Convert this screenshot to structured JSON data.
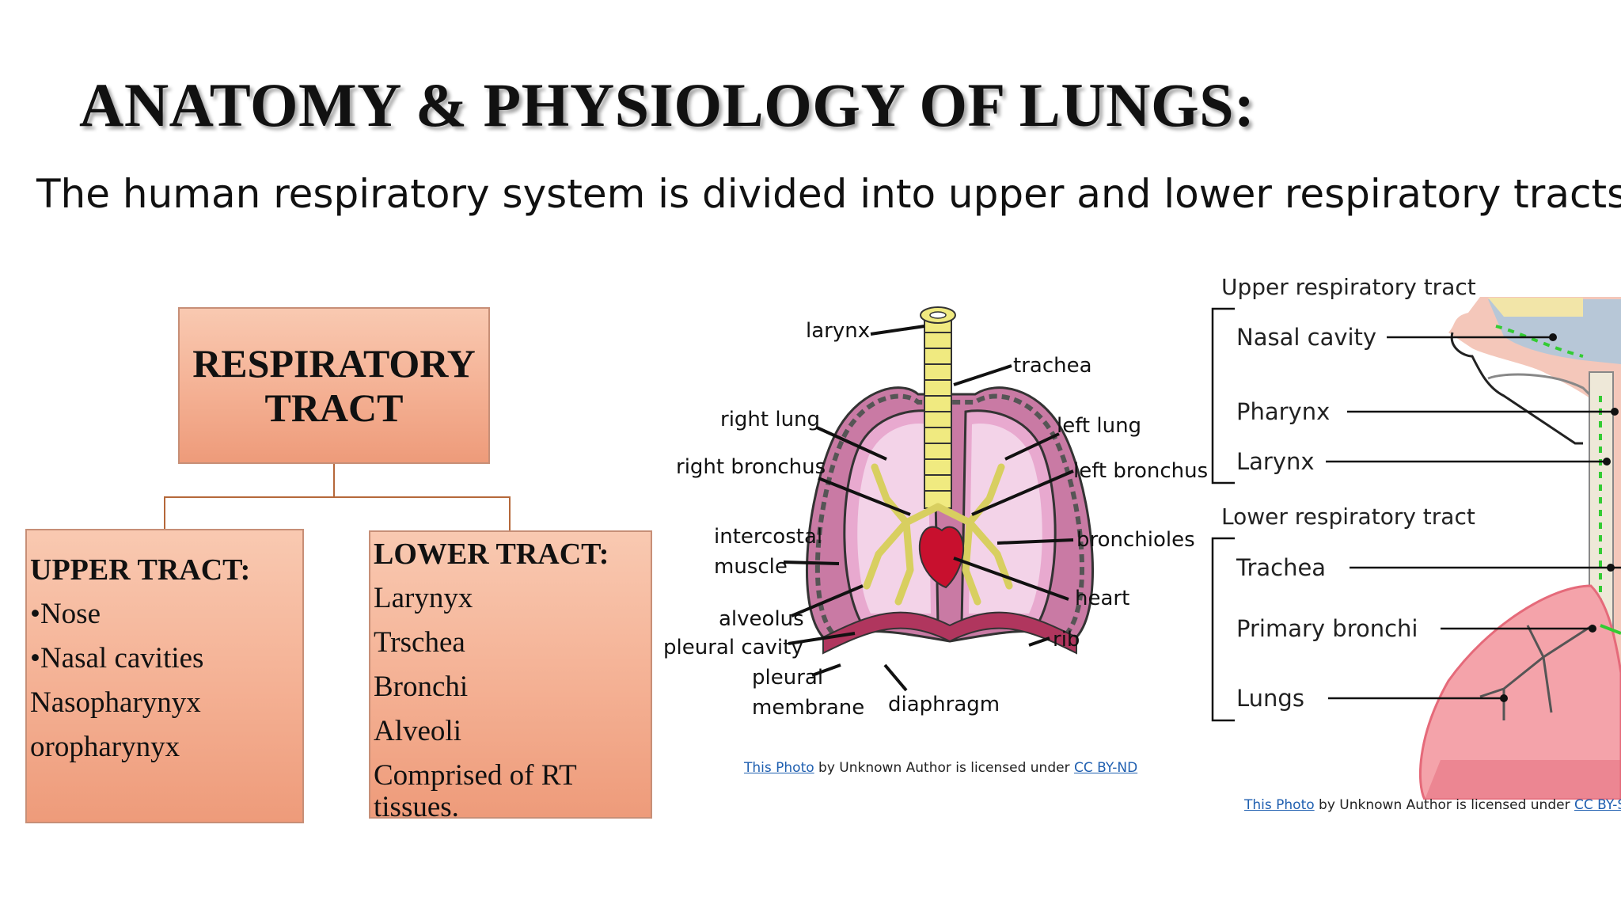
{
  "title": "ANATOMY & PHYSIOLOGY OF LUNGS:",
  "subtitle": "The human respiratory system is divided into upper and lower respiratory tracts.",
  "tree": {
    "root_line1": "RESPIRATORY",
    "root_line2": "TRACT",
    "upper": {
      "heading": "UPPER TRACT:",
      "items": [
        "•Nose",
        "•Nasal cavities",
        "Nasopharynyx",
        "oropharynyx"
      ]
    },
    "lower": {
      "heading": "LOWER TRACT:",
      "items": [
        "Larynyx",
        "Trschea",
        "Bronchi",
        "Alveoli",
        "Comprised of RT tissues."
      ]
    }
  },
  "lung_diagram": {
    "labels": {
      "larynx": "larynx",
      "trachea": "trachea",
      "right_lung": "right lung",
      "left_lung": "left lung",
      "right_bronchus": "right bronchus",
      "left_bronchus": "left bronchus",
      "intercostal_1": "intercostal",
      "intercostal_2": "muscle",
      "bronchioles": "bronchioles",
      "heart": "heart",
      "alveolus": "alveolus",
      "pleural_cavity": "pleural cavity",
      "rib": "rib",
      "pleural_1": "pleural",
      "pleural_2": "membrane",
      "diaphragm": "diaphragm"
    },
    "credit": {
      "link1": "This Photo",
      "middle": " by Unknown Author is licensed under ",
      "link2": "CC BY-ND"
    }
  },
  "tract_diagram": {
    "upper_heading": "Upper respiratory tract",
    "upper_items": [
      "Nasal cavity",
      "Pharynx",
      "Larynx"
    ],
    "lower_heading": "Lower respiratory tract",
    "lower_items": [
      "Trachea",
      "Primary bronchi",
      "Lungs"
    ],
    "credit": {
      "link1": "This Photo",
      "middle": " by Unknown Author is licensed under ",
      "link2": "CC BY-SA-NC"
    }
  }
}
